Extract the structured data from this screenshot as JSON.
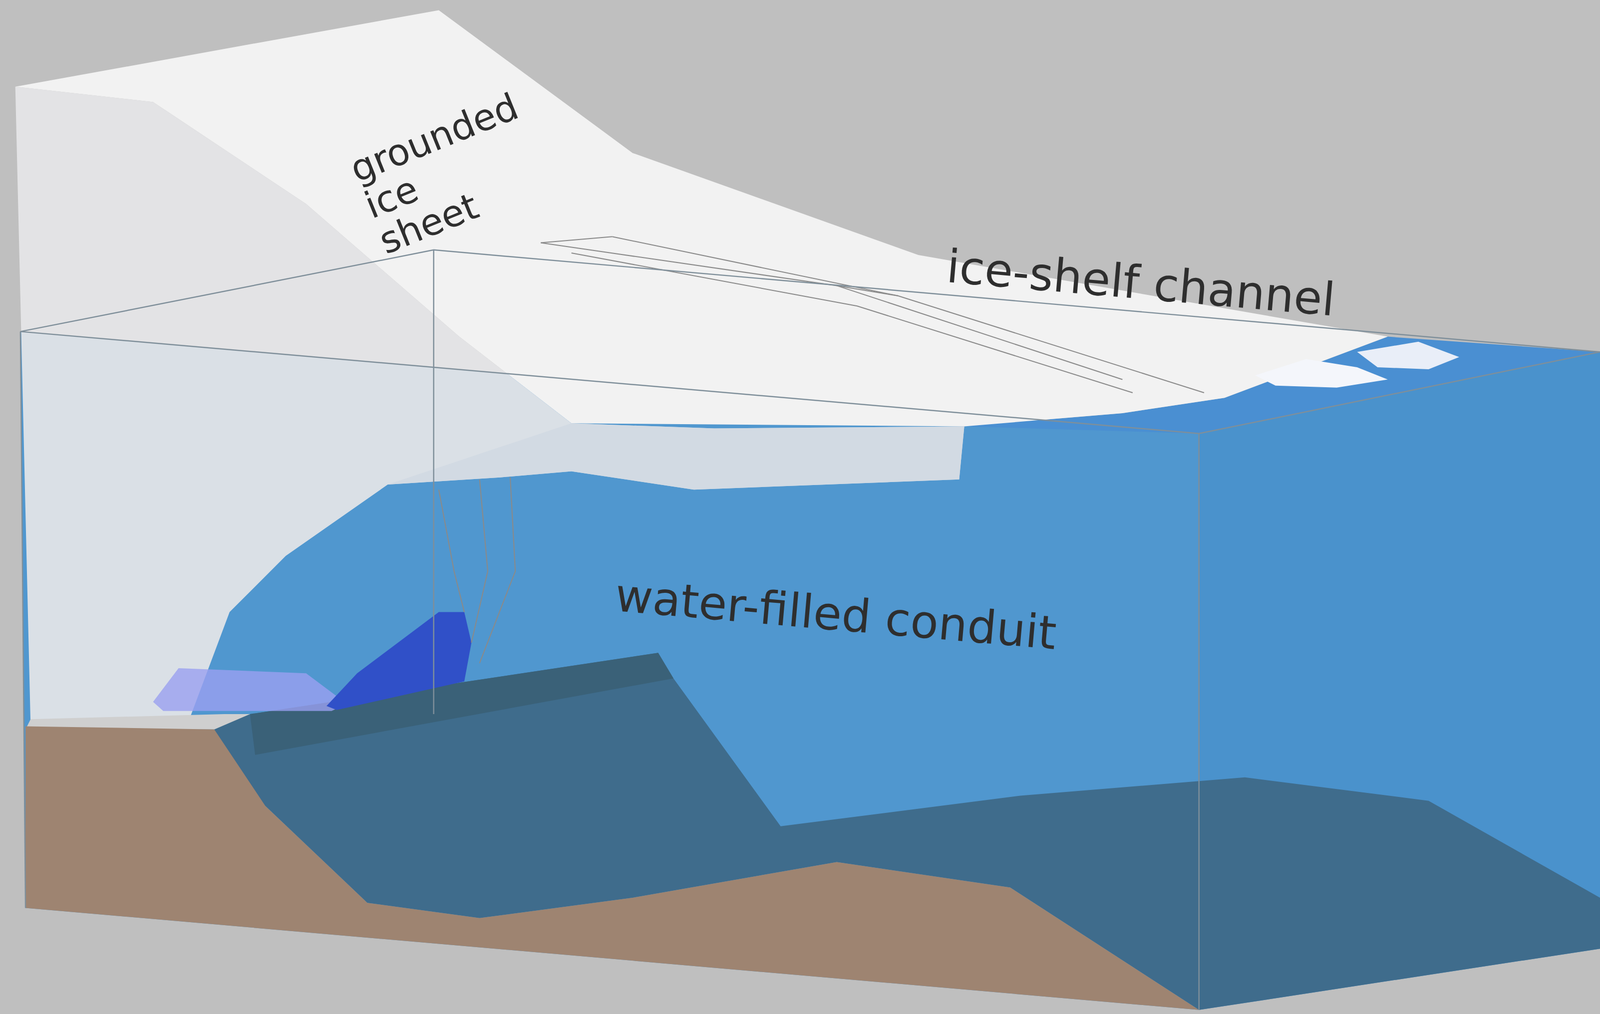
{
  "diagram": {
    "labels": [
      "grounded ice sheet",
      "ice-shelf channel",
      "water-filled conduit"
    ]
  }
}
